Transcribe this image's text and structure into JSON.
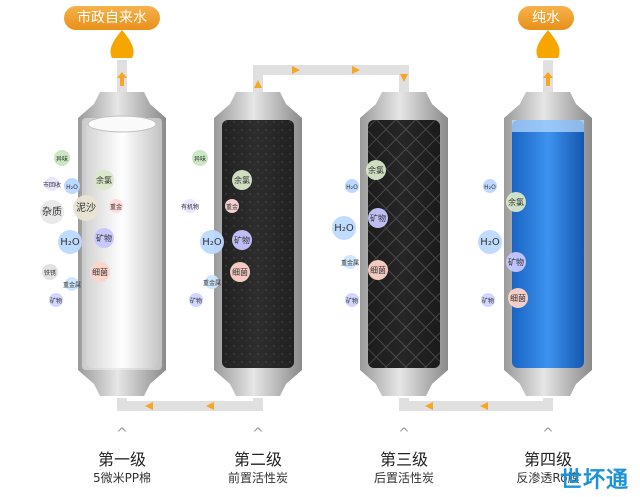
{
  "labels": {
    "input": "市政自来水",
    "output": "纯水"
  },
  "stages": [
    {
      "title": "第一级",
      "subtitle": "5微米PP棉"
    },
    {
      "title": "第二级",
      "subtitle": "前置活性炭"
    },
    {
      "title": "第三级",
      "subtitle": "后置活性炭"
    },
    {
      "title": "第四级",
      "subtitle": "反渗透Ro膜"
    }
  ],
  "caret": "^",
  "watermark": "世坏通",
  "particles": {
    "stage1": [
      "异味",
      "余氯",
      "H₂O",
      "市回收",
      "杂质",
      "泥沙",
      "重金",
      "H₂O",
      "矿物",
      "铁锈",
      "细菌",
      "重金属",
      "矿物"
    ],
    "stage2": [
      "异味",
      "余氯",
      "有机物",
      "重金",
      "H₂O",
      "矿物",
      "细菌",
      "重金属",
      "矿物"
    ],
    "stage3": [
      "余氯",
      "H₂O",
      "H₂O",
      "矿物",
      "重金属",
      "细菌",
      "矿物"
    ],
    "stage4": [
      "H₂O",
      "余氯",
      "H₂O",
      "矿物",
      "细菌",
      "矿物"
    ]
  },
  "colors": {
    "arrow": "#f5a623",
    "pipe": "#e0e0e0",
    "label": "#f0a030",
    "water": "#2a7fd9"
  }
}
